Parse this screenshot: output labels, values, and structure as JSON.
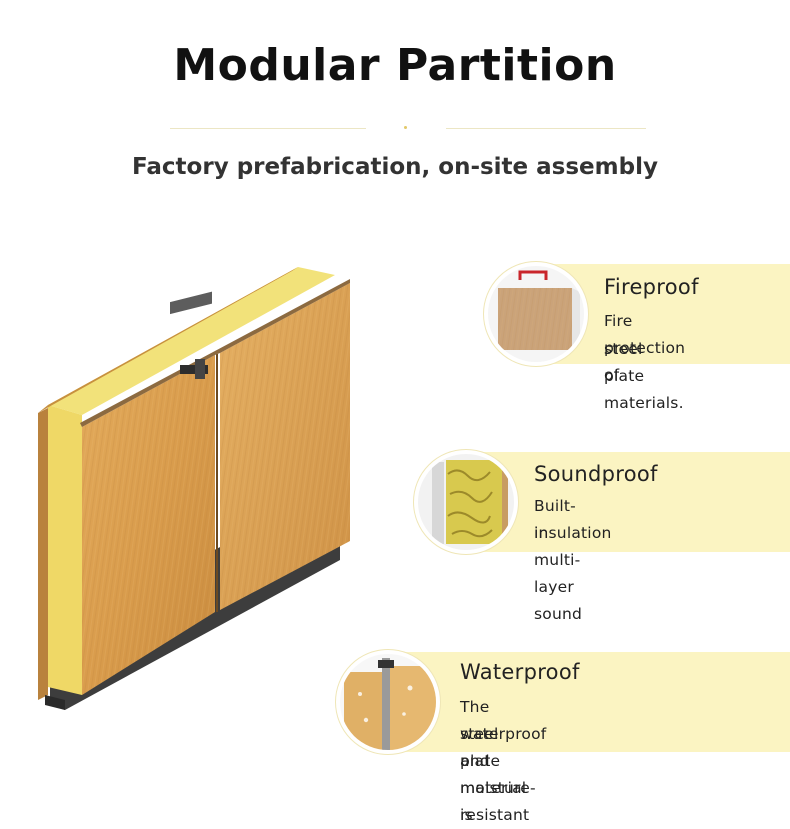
{
  "header": {
    "title": "Modular Partition",
    "subtitle": "Factory prefabrication, on-site assembly"
  },
  "features": [
    {
      "name": "Fireproof",
      "line1": "Fire protection of",
      "line2": "steel plate materials.",
      "icon": "fireproof-panel-thumbnail"
    },
    {
      "name": "Soundproof",
      "line1": "Built-in multi-layer sound",
      "line2": "insulation",
      "icon": "rock-wool-thumbnail"
    },
    {
      "name": "Waterproof",
      "line1": "The steel plate material is",
      "line2": "waterproof and moisture-resistant",
      "icon": "panel-joint-thumbnail"
    }
  ],
  "colors": {
    "card": "#fbf4c2",
    "wood": "#d9a04f",
    "insulation": "#f2e27a",
    "steel": "#3a3a3a"
  }
}
